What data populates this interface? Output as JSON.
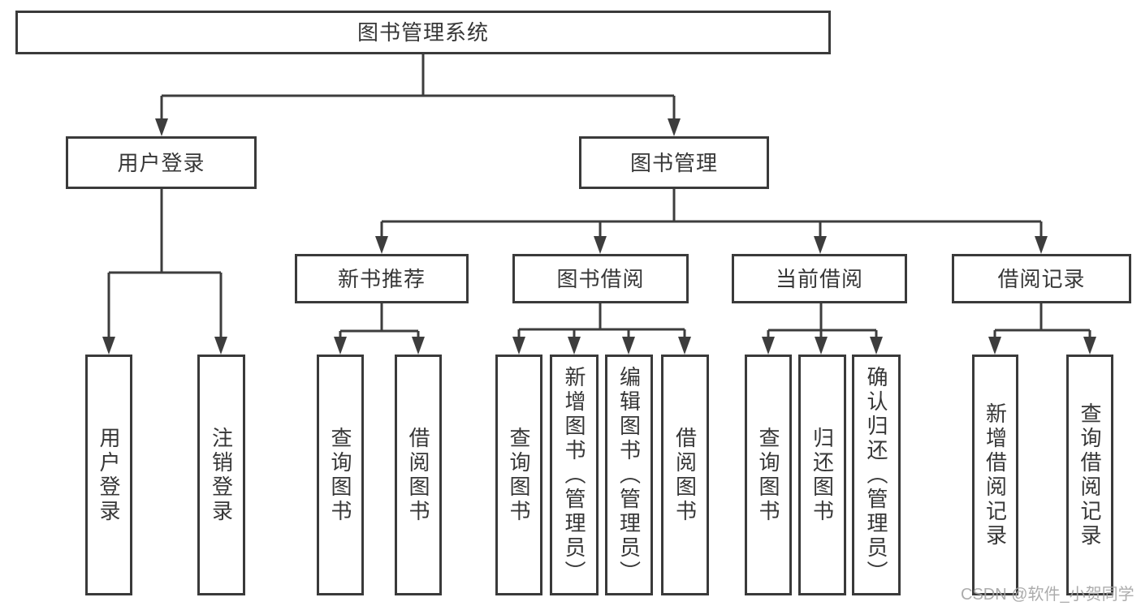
{
  "tree": {
    "label": "图书管理系统",
    "children": [
      {
        "label": "用户登录",
        "children": [
          {
            "label": "用户登录"
          },
          {
            "label": "注销登录"
          }
        ]
      },
      {
        "label": "图书管理",
        "children": [
          {
            "label": "新书推荐",
            "children": [
              {
                "label": "查询图书"
              },
              {
                "label": "借阅图书"
              }
            ]
          },
          {
            "label": "图书借阅",
            "children": [
              {
                "label": "查询图书"
              },
              {
                "label": "新增图书（管理员）"
              },
              {
                "label": "编辑图书（管理员）"
              },
              {
                "label": "借阅图书"
              }
            ]
          },
          {
            "label": "当前借阅",
            "children": [
              {
                "label": "查询图书"
              },
              {
                "label": "归还图书"
              },
              {
                "label": "确认归还（管理员）"
              }
            ]
          },
          {
            "label": "借阅记录",
            "children": [
              {
                "label": "新增借阅记录"
              },
              {
                "label": "查询借阅记录"
              }
            ]
          }
        ]
      }
    ]
  },
  "watermark": "CSDN @软件_小贺同学",
  "colors": {
    "line": "#3d3d3d",
    "text": "#373737",
    "background": "#ffffff",
    "watermark": "#a5a5a5"
  }
}
